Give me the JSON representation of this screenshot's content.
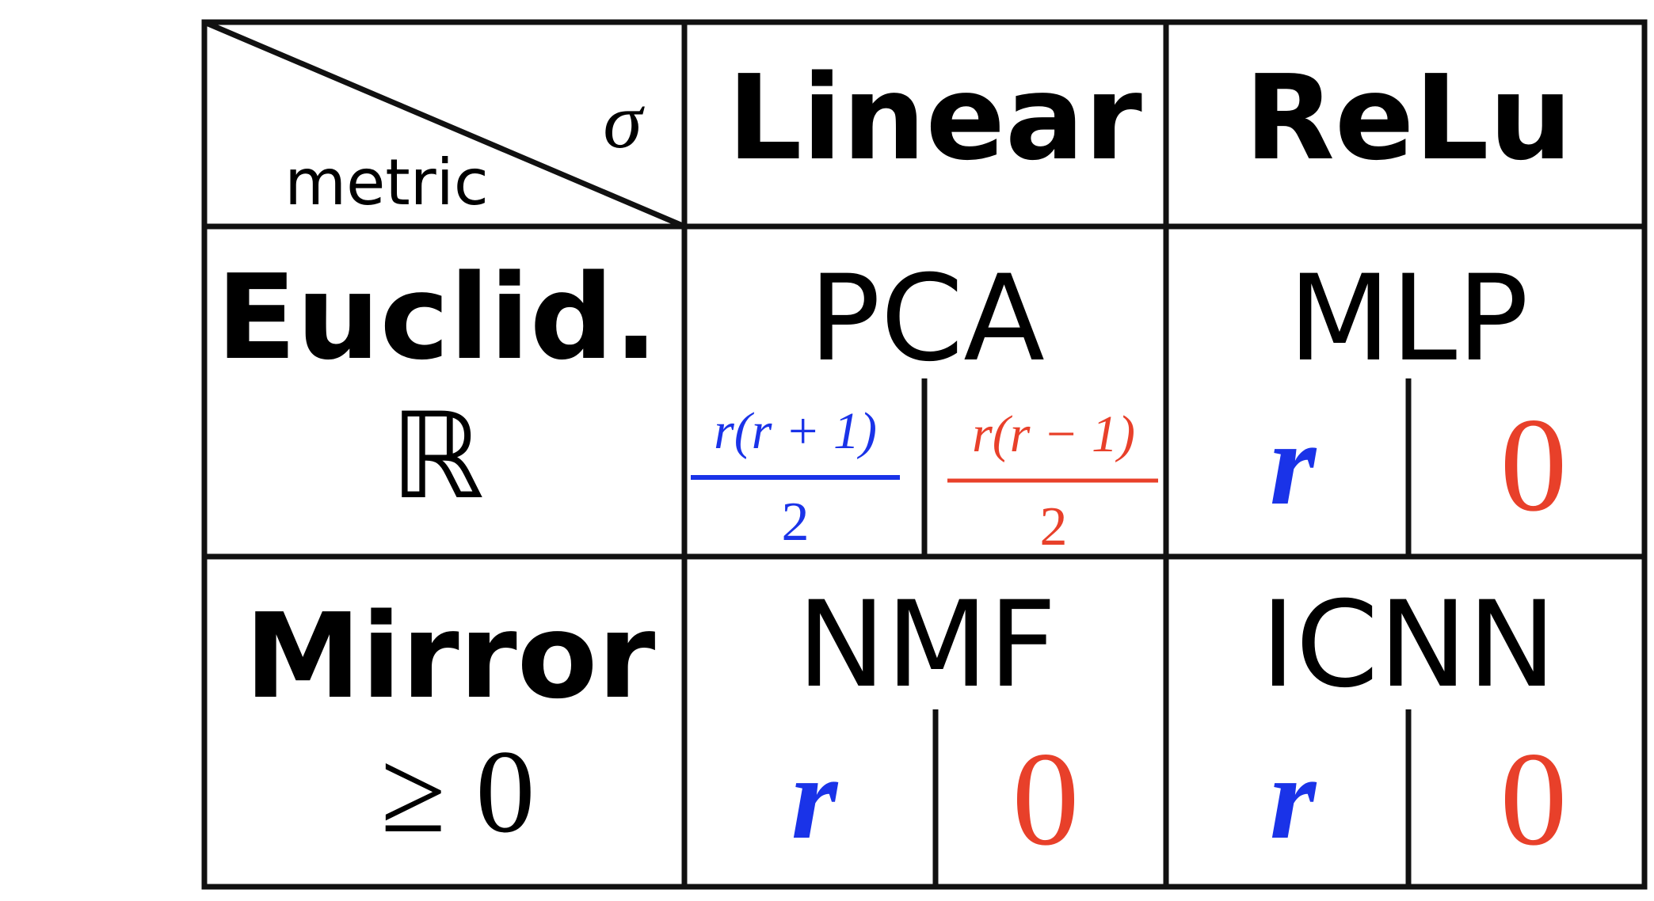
{
  "colors": {
    "blue": "#1a33e8",
    "red": "#e8402a",
    "line": "#111111",
    "text": "#000000"
  },
  "table": {
    "corner": {
      "column_axis": "σ",
      "row_axis": "metric"
    },
    "columns": [
      "Linear",
      "ReLu"
    ],
    "rows": [
      {
        "label": "Euclid.",
        "sublabel": "ℝ"
      },
      {
        "label": "Mirror",
        "sublabel": "≥ 0"
      }
    ],
    "cells": {
      "euclid_linear": {
        "method": "PCA",
        "left_numerator": "r(r + 1)",
        "left_denominator": "2",
        "right_numerator": "r(r − 1)",
        "right_denominator": "2"
      },
      "euclid_relu": {
        "method": "MLP",
        "left_value": "r",
        "right_value": "0"
      },
      "mirror_linear": {
        "method": "NMF",
        "left_value": "r",
        "right_value": "0"
      },
      "mirror_relu": {
        "method": "ICNN",
        "left_value": "r",
        "right_value": "0"
      }
    }
  }
}
